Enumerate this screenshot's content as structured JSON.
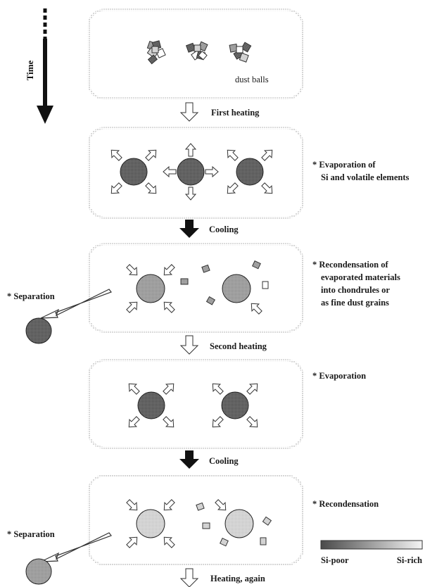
{
  "time_label": "Time",
  "stage1": {
    "label": "dust balls"
  },
  "transitions": [
    {
      "label": "First heating",
      "style": "hollow"
    },
    {
      "label": "Cooling",
      "style": "solid"
    },
    {
      "label": "Second heating",
      "style": "hollow"
    },
    {
      "label": "Cooling",
      "style": "solid"
    },
    {
      "label": "Heating, again",
      "style": "hollow"
    }
  ],
  "notes": {
    "stage2": [
      "* Evaporation of",
      "Si and volatile elements"
    ],
    "stage3": [
      "* Recondensation of",
      "evaporated materials",
      "into chondrules or",
      "as fine dust grains"
    ],
    "stage4": [
      "* Evaporation"
    ],
    "stage5": [
      "* Recondensation"
    ]
  },
  "separation": [
    "* Separation",
    "* Separation"
  ],
  "legend": {
    "left": "Si-poor",
    "right": "Si-rich",
    "colors": [
      "#4a4a4a",
      "#f4f4f4"
    ]
  }
}
